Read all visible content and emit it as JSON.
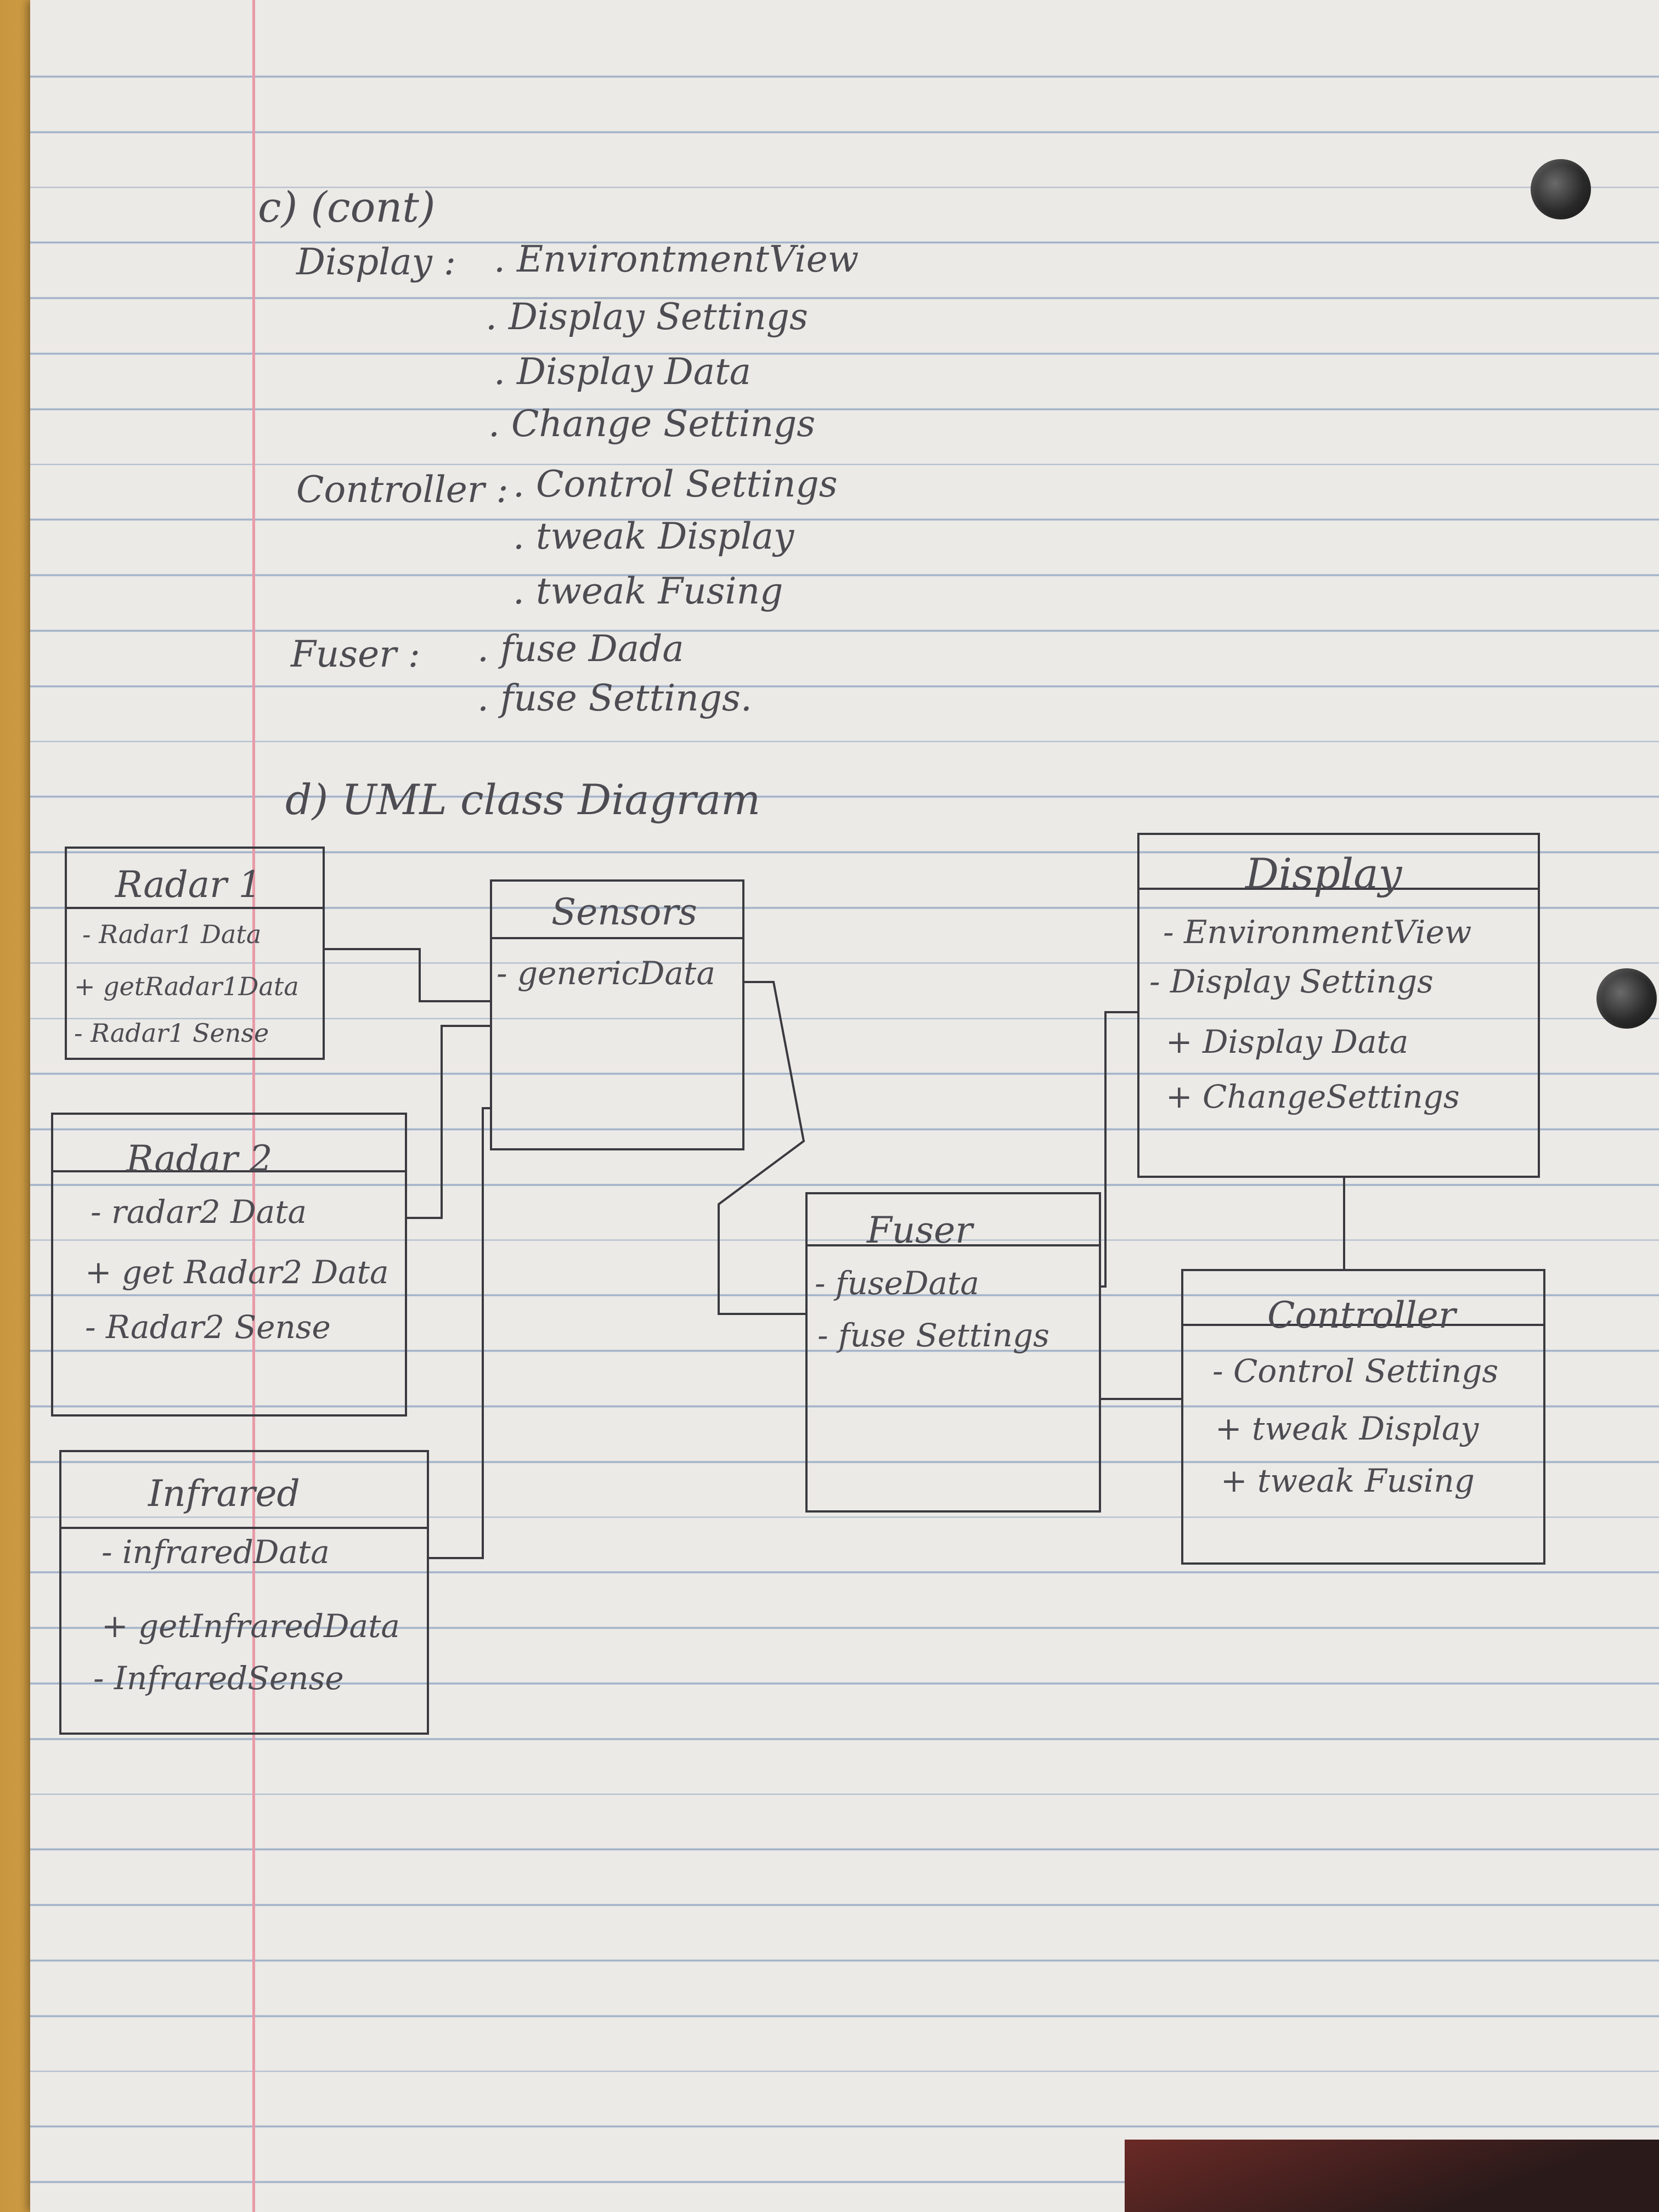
{
  "notes": {
    "section_c": "c) (cont)",
    "display_label": "Display :",
    "display_items": [
      ". EnvirontmentView",
      ". Display Settings",
      ". Display Data",
      ". Change Settings"
    ],
    "controller_label": "Controller :",
    "controller_items": [
      ". Control Settings",
      ". tweak Display",
      ". tweak Fusing"
    ],
    "fuser_label": "Fuser :",
    "fuser_items": [
      ". fuse Dada",
      ". fuse Settings."
    ],
    "section_d": "d) UML class Diagram"
  },
  "uml": {
    "radar1": {
      "name": "Radar 1",
      "members": [
        "- Radar1 Data",
        "+ getRadar1Data",
        "- Radar1 Sense"
      ]
    },
    "radar2": {
      "name": "Radar 2",
      "members": [
        "- radar2 Data",
        "+ get Radar2 Data",
        "- Radar2 Sense"
      ]
    },
    "infrared": {
      "name": "Infrared",
      "members": [
        "- infraredData",
        "+ getInfraredData",
        "- InfraredSense"
      ]
    },
    "sensors": {
      "name": "Sensors",
      "members": [
        "- genericData"
      ]
    },
    "fuser": {
      "name": "Fuser",
      "members": [
        "- fuseData",
        "- fuse Settings"
      ]
    },
    "display": {
      "name": "Display",
      "members": [
        "- EnvironmentView",
        "- Display Settings",
        "+ Display Data",
        "+ ChangeSettings"
      ]
    },
    "controller": {
      "name": "Controller",
      "members": [
        "- Control Settings",
        "+ tweak Display",
        "+ tweak Fusing"
      ]
    }
  },
  "colors": {
    "paper": "#eceae6",
    "ruling": "#9fb0c8",
    "margin": "#e89aa8",
    "ink": "#4c4c52",
    "folder": "#d9a84e"
  }
}
